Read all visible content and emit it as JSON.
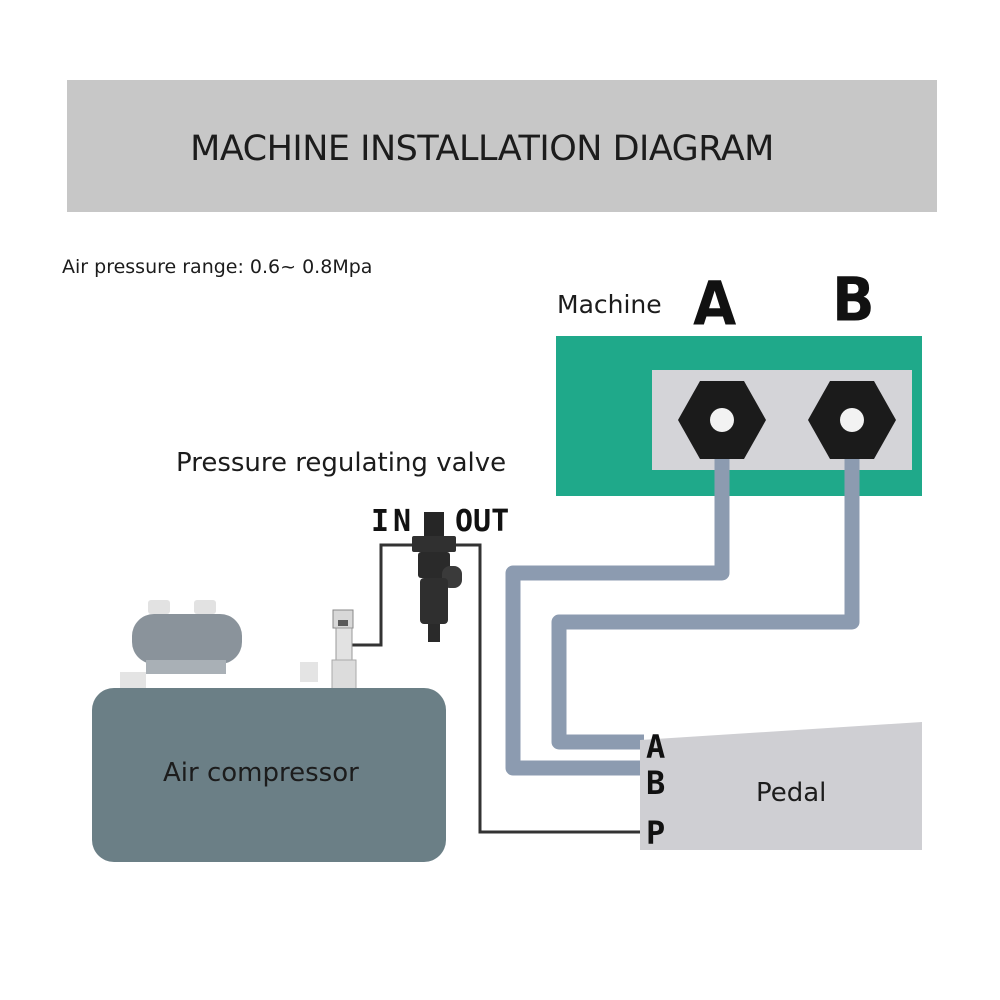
{
  "title": "MACHINE INSTALLATION DIAGRAM",
  "note": "Air pressure range: 0.6~ 0.8Mpa",
  "machine": {
    "label": "Machine",
    "port_a": "A",
    "port_b": "B"
  },
  "valve": {
    "label": "Pressure regulating valve",
    "in_label": "IN",
    "out_label": "OUT"
  },
  "compressor": {
    "label": "Air compressor"
  },
  "pedal": {
    "label": "Pedal",
    "port_a": "A",
    "port_b": "B",
    "port_p": "P"
  },
  "colors": {
    "banner": "#c7c7c7",
    "machine_body": "#1fa98a",
    "port_panel": "#d4d4d8",
    "hose": "#8c9bb0",
    "compressor_body": "#6b7f86",
    "pedal_body": "#cfcfd3"
  },
  "icons": [
    "hex-fitting-icon",
    "air-compressor-icon",
    "regulator-valve-icon"
  ]
}
